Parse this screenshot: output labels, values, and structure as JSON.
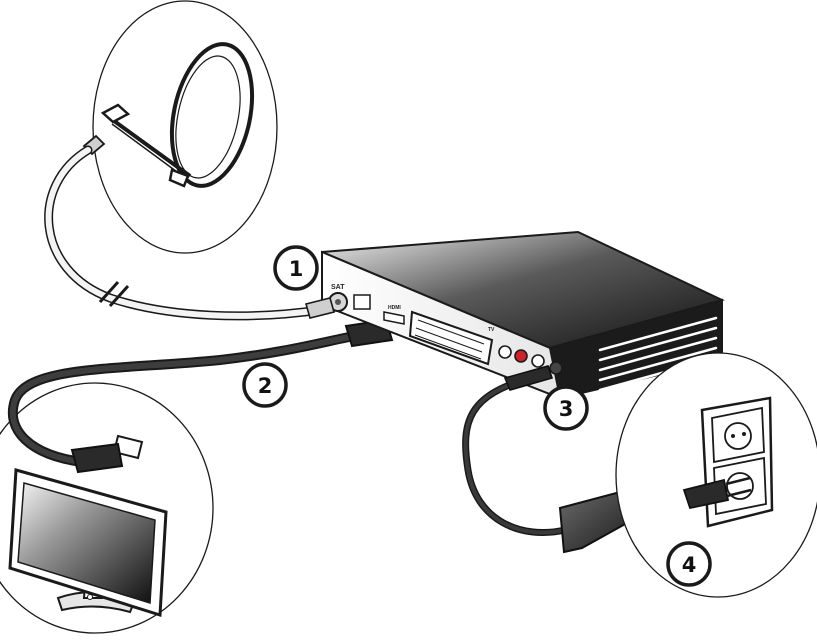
{
  "steps": [
    {
      "number": "1"
    },
    {
      "number": "2"
    },
    {
      "number": "3"
    },
    {
      "number": "4"
    }
  ],
  "box_labels": {
    "sat": "SAT",
    "hdmi": "HDMI",
    "tv": "TV"
  },
  "icons": [
    "satellite-dish-icon",
    "tv-screen-icon",
    "power-outlet-icon",
    "receiver-box-icon"
  ],
  "colors": {
    "outline": "#1a1a1a",
    "box_dark": "#1b1b1b",
    "cable": "#2a2a2a",
    "coax": "#e8e8e8",
    "rca_red": "#d0202a"
  }
}
